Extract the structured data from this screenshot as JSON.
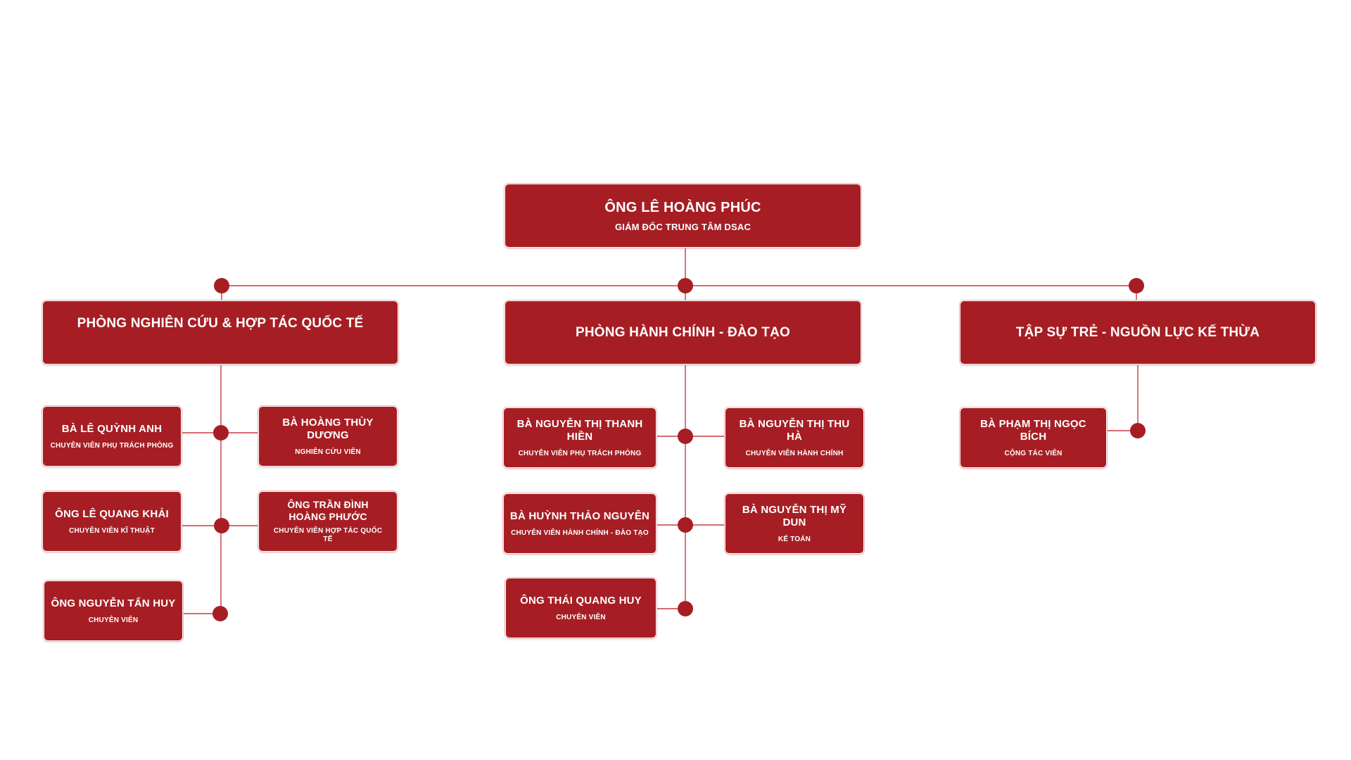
{
  "colors": {
    "box": "#a61e24",
    "line": "#c73c42",
    "dot": "#a61e24",
    "background": "#ffffff"
  },
  "director": {
    "name": "ÔNG LÊ HOÀNG PHÚC",
    "role": "GIÁM ĐỐC TRUNG TÂM DSAC"
  },
  "departments": [
    {
      "title": "PHÒNG NGHIÊN CỨU & HỢP TÁC QUỐC TẾ",
      "members": [
        {
          "name": "BÀ LÊ QUỲNH ANH",
          "role": "CHUYÊN VIÊN PHỤ TRÁCH PHÒNG"
        },
        {
          "name": "BÀ HOÀNG THÙY DƯƠNG",
          "role": "NGHIÊN CỨU VIÊN"
        },
        {
          "name": "ÔNG LÊ QUANG KHẢI",
          "role": "CHUYÊN VIÊN KĨ THUẬT"
        },
        {
          "name": "ÔNG TRẦN ĐÌNH HOÀNG PHƯỚC",
          "role": "CHUYÊN VIÊN HỢP TÁC QUỐC TẾ"
        },
        {
          "name": "ÔNG NGUYỄN TẤN HUY",
          "role": "CHUYÊN VIÊN"
        }
      ]
    },
    {
      "title": "PHÒNG HÀNH CHÍNH - ĐÀO TẠO",
      "members": [
        {
          "name": "BÀ NGUYỄN THỊ THANH HIỀN",
          "role": "CHUYÊN VIÊN PHỤ TRÁCH PHÒNG"
        },
        {
          "name": "BÀ NGUYỄN THỊ THU HÀ",
          "role": "CHUYÊN VIÊN HÀNH CHÍNH"
        },
        {
          "name": "BÀ HUỲNH THẢO NGUYÊN",
          "role": "CHUYÊN VIÊN HÀNH CHÍNH - ĐÀO TẠO"
        },
        {
          "name": "BÀ NGUYỄN THỊ MỸ DUN",
          "role": "KẾ TOÁN"
        },
        {
          "name": "ÔNG THÁI QUANG HUY",
          "role": "CHUYÊN VIÊN"
        }
      ]
    },
    {
      "title": "TẬP SỰ TRẺ - NGUỒN LỰC KẾ THỪA",
      "members": [
        {
          "name": "BÀ PHẠM THỊ NGỌC BÍCH",
          "role": "CỘNG TÁC VIÊN"
        }
      ]
    }
  ]
}
